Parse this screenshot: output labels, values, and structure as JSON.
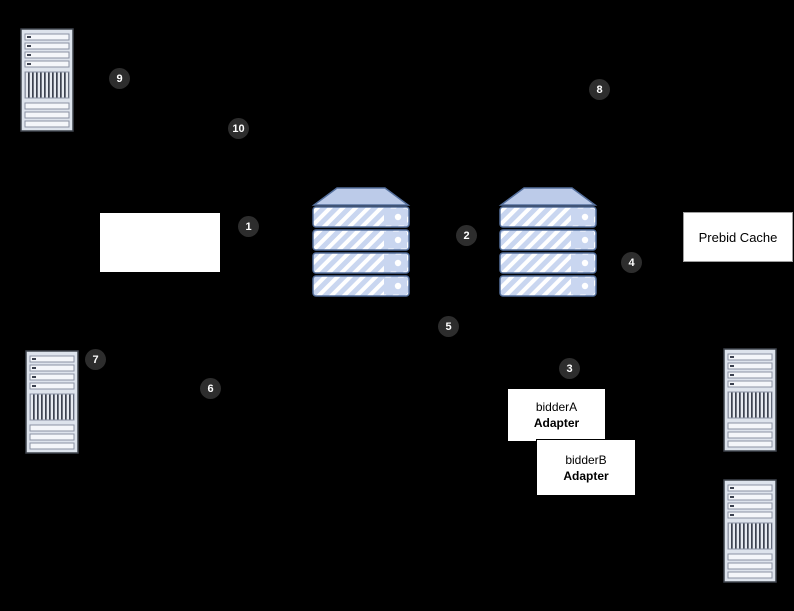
{
  "colors": {
    "background": "#000000",
    "badge_background": "#2d2d2d",
    "badge_text": "#ffffff",
    "box_background": "#ffffff",
    "box_text": "#000000",
    "server_stack_fill": "#c9d6f0",
    "server_stack_stroke": "#56719e",
    "server_rack_fill": "#dde3ec",
    "server_rack_stroke": "#3f444d"
  },
  "badges": [
    {
      "n": "1"
    },
    {
      "n": "2"
    },
    {
      "n": "3"
    },
    {
      "n": "4"
    },
    {
      "n": "5"
    },
    {
      "n": "6"
    },
    {
      "n": "7"
    },
    {
      "n": "8"
    },
    {
      "n": "9"
    },
    {
      "n": "10"
    }
  ],
  "boxes": {
    "prebid_cache": {
      "label": "Prebid Cache"
    },
    "blank": {
      "label": ""
    },
    "bidder_a": {
      "name": "bidderA",
      "type": "Adapter"
    },
    "bidder_b": {
      "name": "bidderB",
      "type": "Adapter"
    }
  },
  "icons": {
    "server_stack_left": "server-stack-icon",
    "server_stack_right": "server-stack-icon",
    "rack_top_left": "server-rack-icon",
    "rack_middle_left": "server-rack-icon",
    "rack_right_upper": "server-rack-icon",
    "rack_right_lower": "server-rack-icon"
  }
}
